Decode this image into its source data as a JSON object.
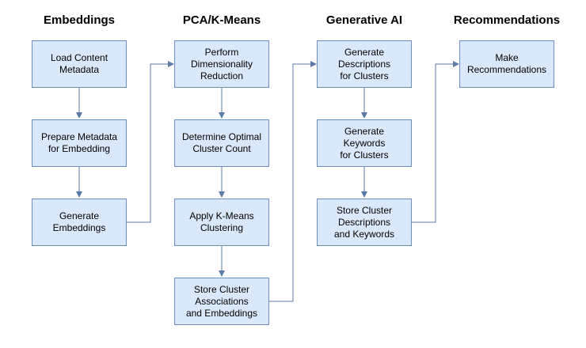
{
  "columns": [
    {
      "title": "Embeddings",
      "steps": [
        "Load Content\nMetadata",
        "Prepare Metadata\nfor Embedding",
        "Generate\nEmbeddings"
      ]
    },
    {
      "title": "PCA/K-Means",
      "steps": [
        "Perform\nDimensionality\nReduction",
        "Determine Optimal\nCluster Count",
        "Apply K-Means\nClustering",
        "Store Cluster\nAssociations\nand Embeddings"
      ]
    },
    {
      "title": "Generative AI",
      "steps": [
        "Generate\nDescriptions\nfor Clusters",
        "Generate\nKeywords\nfor Clusters",
        "Store Cluster\nDescriptions\nand Keywords"
      ]
    },
    {
      "title": "Recommendations",
      "steps": [
        "Make\nRecommendations"
      ]
    }
  ],
  "colors": {
    "box_fill": "#dae8fc",
    "box_border": "#6c8ebf",
    "connector": "#5b7aa8"
  }
}
